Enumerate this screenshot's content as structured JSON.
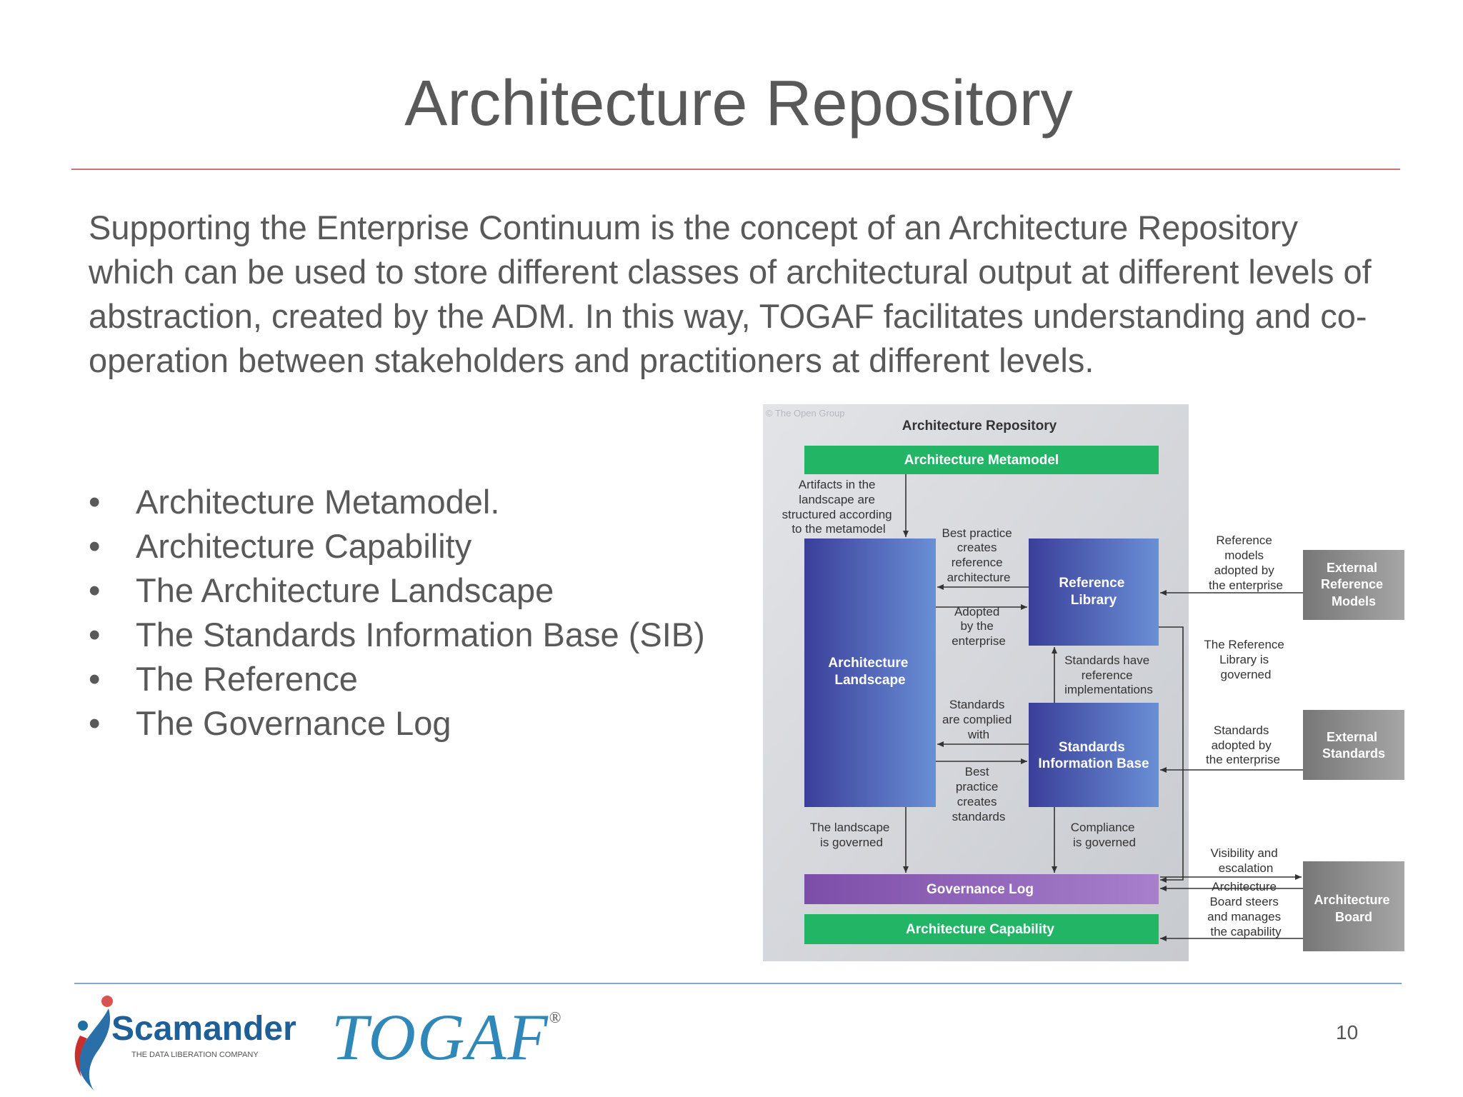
{
  "slide": {
    "title": "Architecture Repository",
    "intro": "Supporting the Enterprise Continuum is the concept of an Architecture Repository which can be used to store different classes of architectural output at different levels of abstraction, created by the ADM. In this way, TOGAF facilitates understanding and co-operation between stakeholders and practitioners at different levels.",
    "bullet_glyph": "•",
    "bullets": [
      "Architecture Metamodel.",
      "Architecture Capability",
      "The Architecture Landscape",
      "The Standards Information Base (SIB)",
      "The Reference",
      "The Governance Log"
    ],
    "page_number": "10"
  },
  "diagram": {
    "copyright": "© The Open Group",
    "title": "Architecture Repository",
    "boxes": {
      "metamodel": "Architecture Metamodel",
      "landscape": [
        "Architecture",
        "Landscape"
      ],
      "reference_library": [
        "Reference",
        "Library"
      ],
      "sib": [
        "Standards",
        "Information Base"
      ],
      "governance_log": "Governance Log",
      "capability": "Architecture Capability",
      "external_reference_models": [
        "External",
        "Reference",
        "Models"
      ],
      "external_standards": [
        "External",
        "Standards"
      ],
      "architecture_board": [
        "Architecture",
        "Board"
      ]
    },
    "annotations": {
      "artifacts": [
        "Artifacts in the",
        "landscape are",
        "structured according",
        "to the metamodel"
      ],
      "best_practice_ref": [
        "Best practice",
        "creates",
        "reference",
        "architecture"
      ],
      "adopted": [
        "Adopted",
        "by the",
        "enterprise"
      ],
      "standards_have": [
        "Standards have",
        "reference",
        "implementations"
      ],
      "standards_complied": [
        "Standards",
        "are complied",
        "with"
      ],
      "best_practice_std": [
        "Best",
        "practice",
        "creates",
        "standards"
      ],
      "landscape_governed": [
        "The landscape",
        "is governed"
      ],
      "compliance_governed": [
        "Compliance",
        "is governed"
      ],
      "ref_models_adopted": [
        "Reference",
        "models",
        "adopted by",
        "the enterprise"
      ],
      "ref_library_governed": [
        "The Reference",
        "Library is",
        "governed"
      ],
      "standards_adopted": [
        "Standards",
        "adopted by",
        "the enterprise"
      ],
      "visibility": [
        "Visibility and",
        "escalation"
      ],
      "board_steers": [
        "Architecture",
        "Board steers",
        "and manages",
        "the capability"
      ]
    },
    "colors": {
      "panel": "#d3d6da",
      "green": "#22b566",
      "blue_dark": "#3a3f99",
      "blue_light": "#6a8fd6",
      "purple": "#8e5bb5",
      "gray_box": "#8a8a8a"
    }
  },
  "footer": {
    "scamander": {
      "name": "Scamander",
      "tagline": "THE DATA LIBERATION COMPANY"
    },
    "togaf": {
      "name": "TOGAF",
      "mark": "®"
    }
  }
}
